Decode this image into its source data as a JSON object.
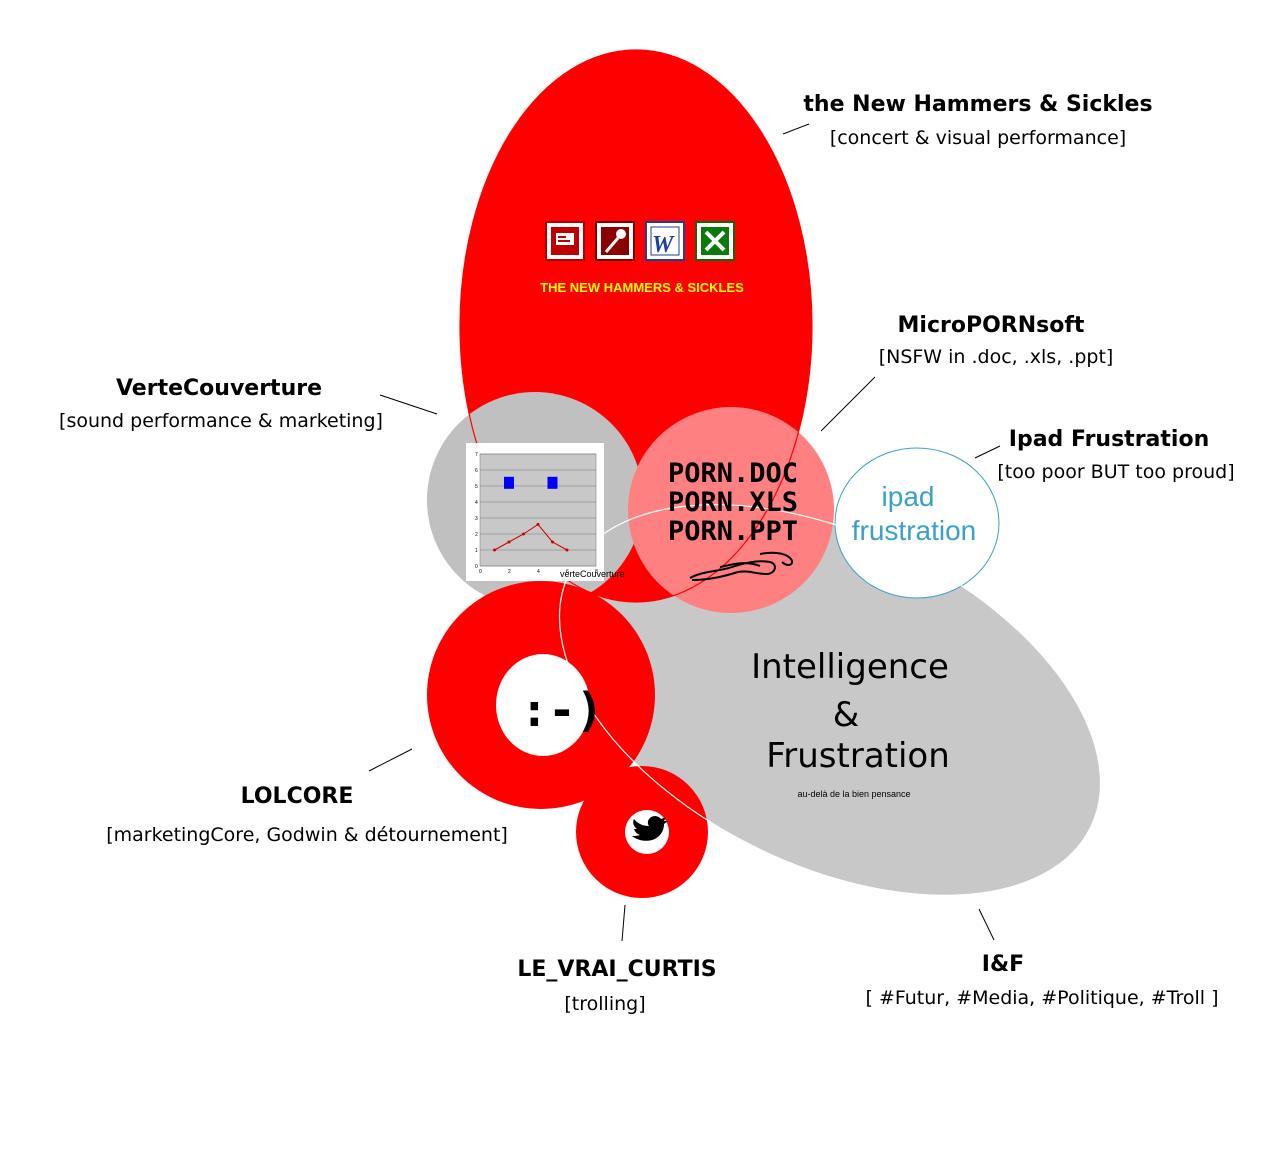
{
  "labels": {
    "hammers": {
      "title": "the New Hammers & Sickles",
      "subtitle": "[concert & visual performance]"
    },
    "micro": {
      "title": "MicroPORNsoft",
      "subtitle": "[NSFW  in .doc, .xls, .ppt]"
    },
    "verte": {
      "title": "VerteCouverture",
      "subtitle": "[sound performance & marketing]"
    },
    "ipad": {
      "title": "Ipad Frustration",
      "subtitle": "[too poor BUT too proud]"
    },
    "lolcore": {
      "title": "LOLCORE",
      "subtitle": "[marketingCore, Godwin & détournement]"
    },
    "curtis": {
      "title": "LE_VRAI_CURTIS",
      "subtitle": "[trolling]"
    },
    "inf": {
      "title": "I&F",
      "subtitle": "[ #Futur, #Media, #Politique, #Troll ]"
    }
  },
  "inner": {
    "banner": "THE NEW HAMMERS & SICKLES",
    "porn": [
      "PORN.DOC",
      "PORN.XLS",
      "PORN.PPT"
    ],
    "ipad_line1": "ipad",
    "ipad_line2": "frustration",
    "smiley": ":-)",
    "big_line1": "Intelligence",
    "big_line2": "&",
    "big_line3": "Frustration",
    "tagline": "au-delà de la bien pensance",
    "chart_caption": "verteCouverture"
  },
  "icons": [
    "powerpoint-icon",
    "access-icon",
    "word-icon",
    "excel-icon",
    "twitter-bird-icon",
    "sperm-drawing-icon"
  ],
  "colors": {
    "red": "#ff0000",
    "grey": "#c8c8c8",
    "pink": "#ff8080",
    "ipad_blue": "#3aa0c8",
    "banner_yellow": "#ffff00"
  },
  "mini_chart": {
    "y_ticks": [
      "0",
      "1",
      "2",
      "3",
      "4",
      "5",
      "6",
      "7"
    ],
    "x_ticks": [
      "0",
      "2",
      "4",
      "6",
      "8"
    ],
    "line_points": [
      [
        1,
        1
      ],
      [
        2,
        1.5
      ],
      [
        3,
        2
      ],
      [
        4,
        2.6
      ],
      [
        5,
        1.5
      ],
      [
        6,
        1
      ]
    ],
    "square_points": [
      [
        2,
        5.2
      ],
      [
        5,
        5.2
      ]
    ],
    "x_range": [
      0,
      8
    ],
    "y_range": [
      0,
      7
    ]
  }
}
